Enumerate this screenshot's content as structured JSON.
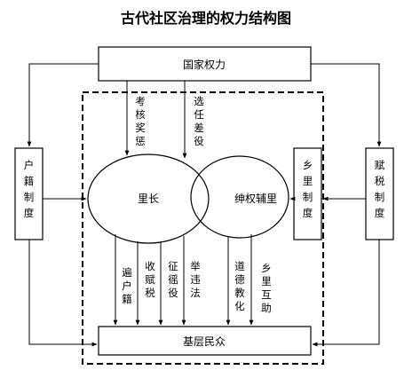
{
  "title": "古代社区治理的权力结构图",
  "nodes": {
    "state_power": "国家权力",
    "household_registry": "户籍制度",
    "xiangli_system": "乡里制度",
    "tax_system": "赋税制度",
    "lizhang": "里长",
    "gentry": "绅权辅里",
    "grassroots": "基层民众"
  },
  "edge_labels": {
    "assess_reward": "考核奖惩",
    "appoint_assign": "选任差役",
    "register_households": "遍户籍",
    "collect_taxes": "收赋税",
    "conscript_labor": "征徭役",
    "report_crimes": "举违法",
    "moral_education": "道德教化",
    "village_mutual_aid": "乡里互助"
  }
}
